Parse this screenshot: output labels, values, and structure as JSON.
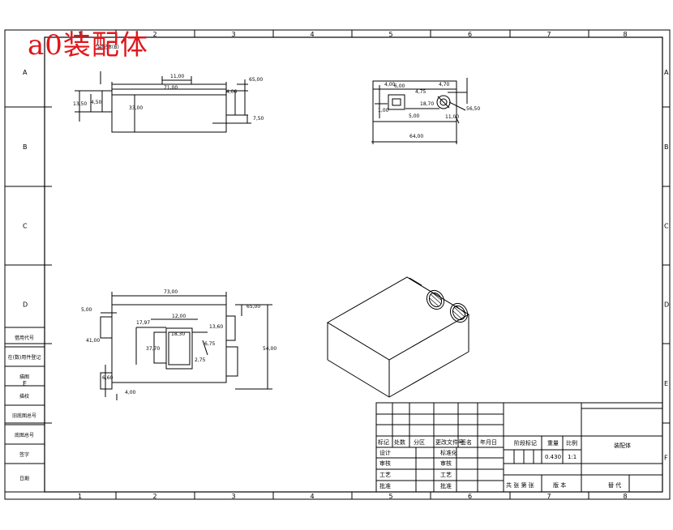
{
  "title": "a0装配体",
  "zone_columns": [
    "1",
    "2",
    "3",
    "4",
    "5",
    "6",
    "7",
    "8"
  ],
  "zone_rows": [
    "A",
    "B",
    "C",
    "D",
    "E",
    "F"
  ],
  "side_table": [
    "借用代号",
    "在(数)用件登记",
    "描图",
    "描校",
    "旧底图总号",
    "底图总号",
    "签字",
    "日期"
  ],
  "top_view": {
    "dims": [
      "11,00",
      "71,00",
      "4,00",
      "65,00",
      "13,50",
      "4,50",
      "33,00",
      "7,50"
    ],
    "note": "装配体(B)"
  },
  "side_view": {
    "dims": [
      "4,00",
      "6,00",
      "4,75",
      "4,70",
      "1,00",
      "18,70",
      "5,00",
      "56,50",
      "11,00",
      "64,00"
    ]
  },
  "front_view": {
    "dims": [
      "73,00",
      "5,00",
      "65,00",
      "12,00",
      "17,97",
      "13,60",
      "41,00",
      "37,70",
      "18,30",
      "2,75",
      "6,75",
      "6,60",
      "4,00",
      "54,00"
    ]
  },
  "title_block": {
    "header_cells": [
      "标记",
      "处数",
      "分区",
      "更改文件号",
      "签名",
      "年月日"
    ],
    "role_labels": [
      "设计",
      "审核",
      "工艺",
      "批准"
    ],
    "mid_labels": [
      "标准化",
      "审核",
      "工艺",
      "批准"
    ],
    "standardization_value": "标准化",
    "stage_label": "阶段标记",
    "weight_label": "重量",
    "scale_label": "比例",
    "weight_value": "0.430",
    "scale_value": "1:1",
    "part_name": "装配体",
    "sheet_info": "共 张 第 张",
    "version": "版 本",
    "replace": "替 代"
  }
}
